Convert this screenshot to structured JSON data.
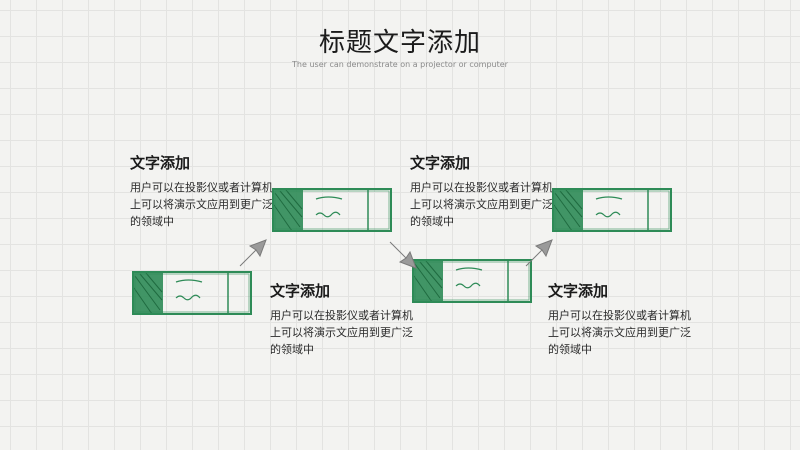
{
  "title": "标题文字添加",
  "subtitle": "The user can demonstrate on a projector or computer",
  "blocks": [
    {
      "heading": "文字添加",
      "body": "用户可以在投影仪或者计算机上可以将演示文应用到更广泛的领域中"
    },
    {
      "heading": "文字添加",
      "body": "用户可以在投影仪或者计算机上可以将演示文应用到更广泛的领域中"
    },
    {
      "heading": "文字添加",
      "body": "用户可以在投影仪或者计算机上可以将演示文应用到更广泛的领域中"
    },
    {
      "heading": "文字添加",
      "body": "用户可以在投影仪或者计算机上可以将演示文应用到更广泛的领域中"
    }
  ],
  "colors": {
    "accent": "#2e8b57",
    "arrow": "#9a9a9a"
  }
}
